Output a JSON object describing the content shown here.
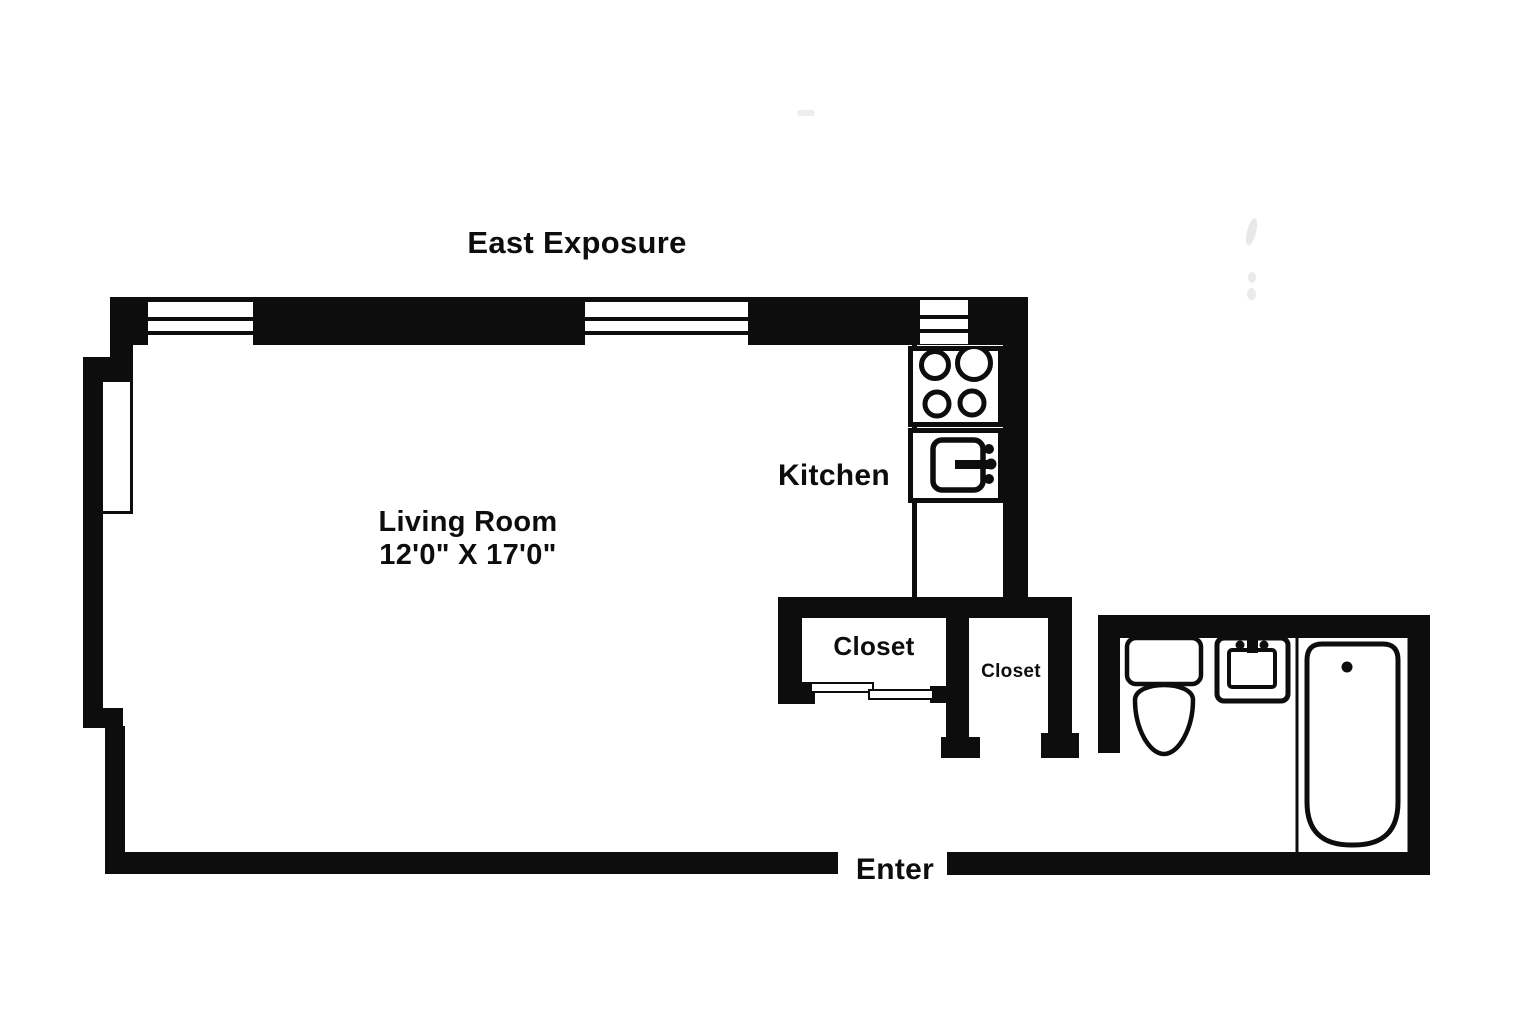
{
  "plan": {
    "east_exposure_label": "East Exposure",
    "living_room": {
      "name": "Living Room",
      "dimensions": "12'0\" X 17'0\""
    },
    "kitchen_label": "Kitchen",
    "closet_large_label": "Closet",
    "closet_small_label": "Closet",
    "enter_label": "Enter"
  },
  "colors": {
    "wall": "#0d0d0d",
    "background": "#ffffff"
  }
}
